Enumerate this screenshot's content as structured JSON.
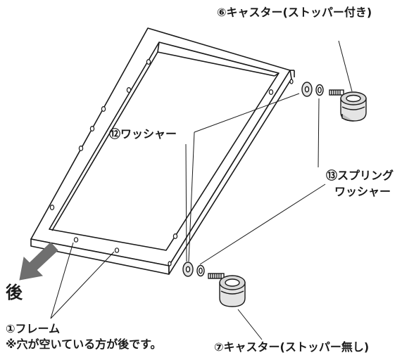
{
  "labels": {
    "caster_locking": "⑥キャスター(ストッパー付き)",
    "washer": "⑫ワッシャー",
    "spring_washer_line1": "⑬スプリング",
    "spring_washer_line2": "ワッシャー",
    "back": "後",
    "frame": "①フレーム",
    "frame_note": "※穴が空いている方が後です。",
    "caster_non_locking": "⑦キャスター(ストッパー無し)"
  },
  "colors": {
    "line": "#1a1a1a",
    "frame_fill": "#ffffff",
    "caster_body": "#e4e4e4",
    "caster_shade": "#bdbdbd",
    "arrow": "#6f6f6f"
  },
  "icons": {
    "back_arrow": "arrow-down-left-icon"
  }
}
